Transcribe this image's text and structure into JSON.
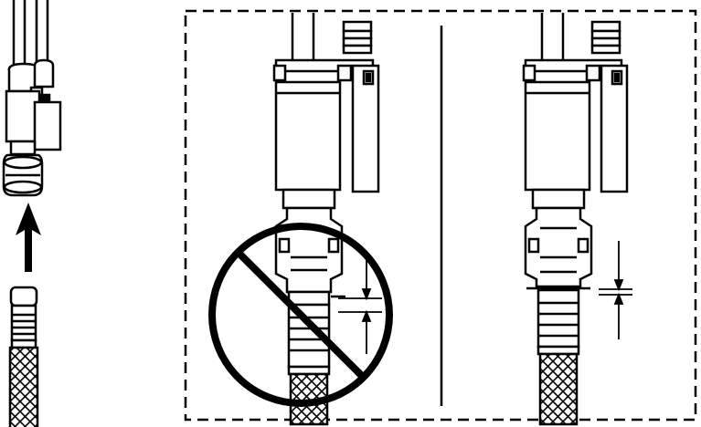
{
  "diagram": {
    "colors": {
      "line": "#000000",
      "background": "#ffffff"
    },
    "panels": [
      {
        "id": "step-insert-hose",
        "arrow_direction": "up"
      },
      {
        "id": "incorrect-connection",
        "status": "prohibited",
        "gap_dimension_shown": true
      },
      {
        "id": "correct-connection",
        "status": "correct",
        "gap_dimension_shown": true
      }
    ]
  }
}
